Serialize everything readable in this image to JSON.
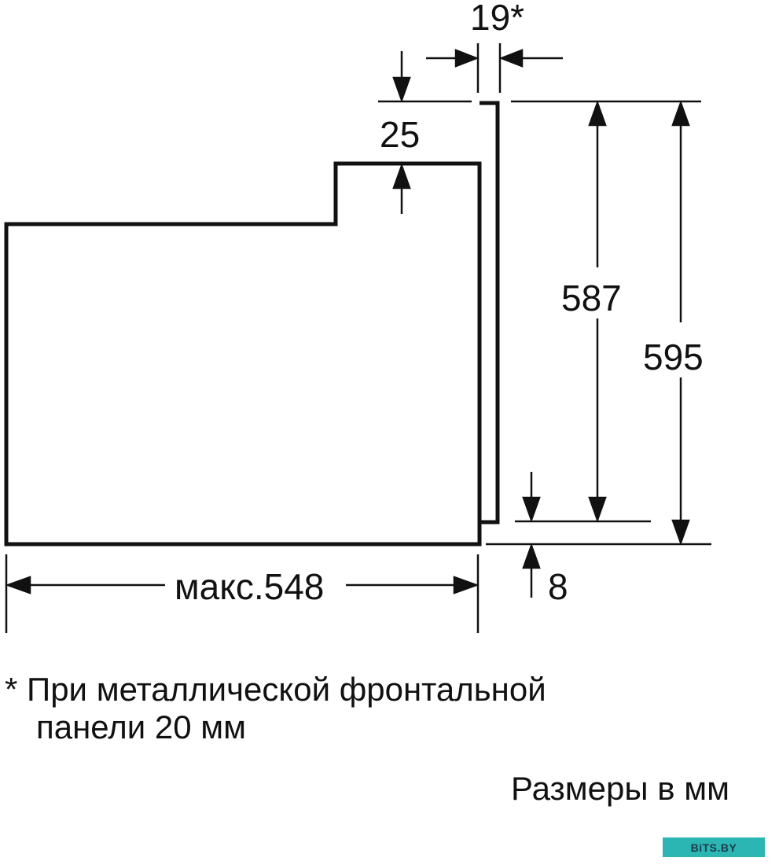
{
  "diagram": {
    "type": "built-in oven installation side-view dimension drawing",
    "units_caption": "Размеры в мм",
    "dimensions": {
      "panel_thickness": "19*",
      "top_step": "25",
      "inner_height": "587",
      "overall_height": "595",
      "bottom_offset": "8",
      "max_depth": "макс.548"
    },
    "footnote": {
      "line1": "* При металлической фронтальной",
      "line2": "панели 20 мм"
    },
    "watermark": "BiTS.BY",
    "colors": {
      "line": "#111111",
      "background": "#ffffff",
      "watermark_bg": "#2bb5b3"
    }
  }
}
